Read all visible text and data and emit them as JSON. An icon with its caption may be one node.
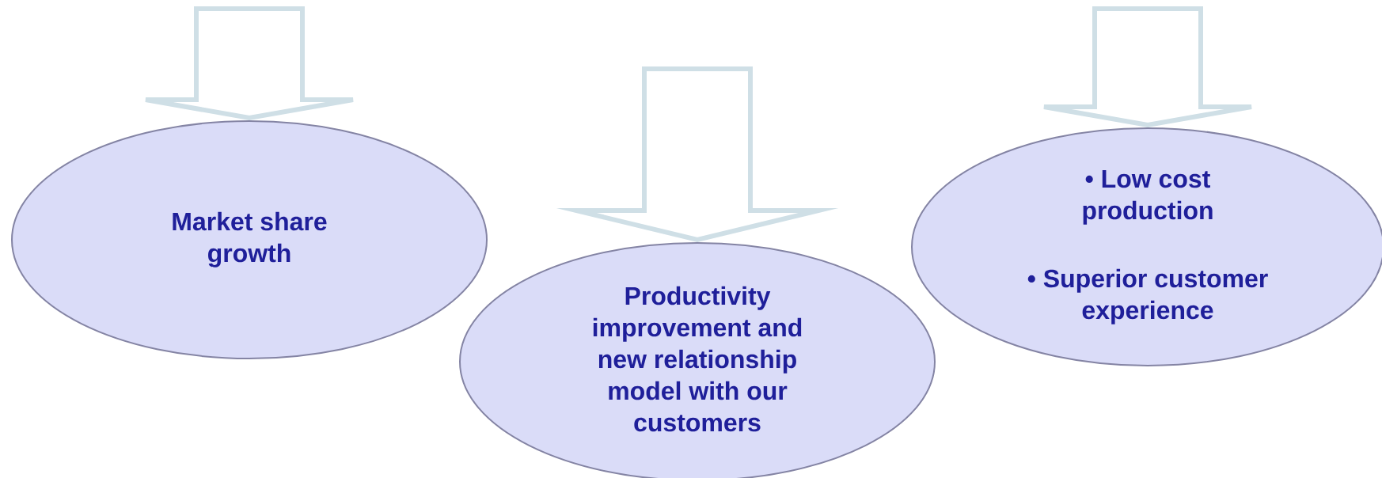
{
  "diagram": {
    "nodes": [
      {
        "text": [
          "Market share growth"
        ]
      },
      {
        "text": [
          "Productivity improvement and new relationship model with our customers"
        ]
      },
      {
        "text": [
          "• Low cost production",
          "• Superior customer experience"
        ]
      }
    ],
    "edges": [
      {
        "from": null,
        "to": 0,
        "arrow": "to"
      },
      {
        "from": null,
        "to": 1,
        "arrow": "to"
      },
      {
        "from": null,
        "to": 2,
        "arrow": "to"
      }
    ]
  }
}
